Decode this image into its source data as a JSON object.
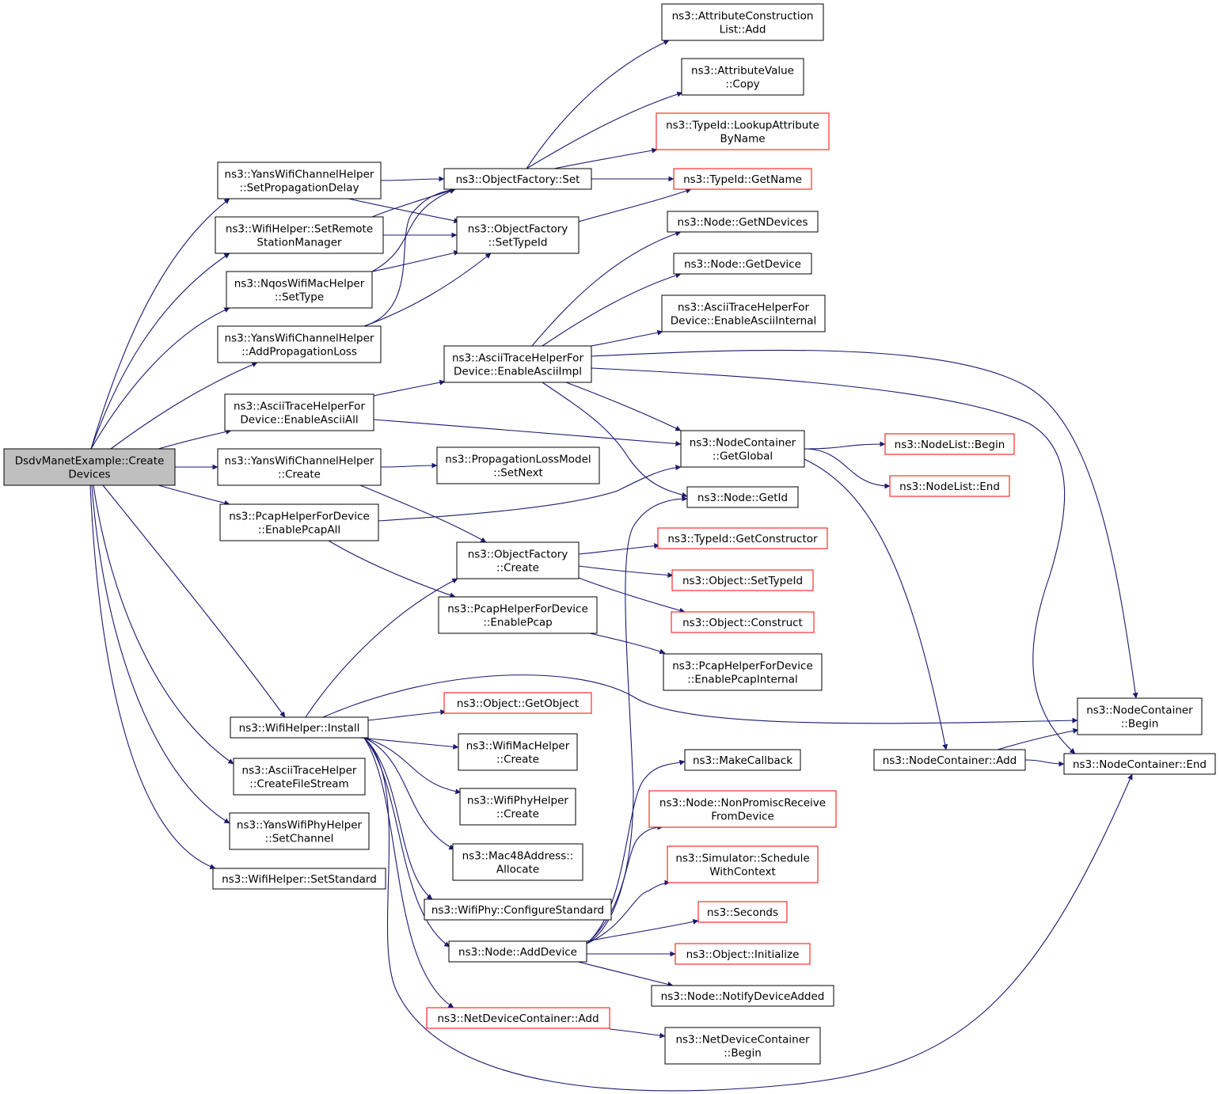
{
  "colors": {
    "edge": "#191970",
    "box_normal": "#000000",
    "box_truncated": "#ff0000",
    "root_fill": "#bfbfbf",
    "text": "#000000"
  },
  "nodes": [
    {
      "id": "root",
      "lines": [
        "DsdvManetExample::Create",
        "Devices"
      ],
      "kind": "root"
    },
    {
      "id": "yans_setprop",
      "lines": [
        "ns3::YansWifiChannelHelper",
        "::SetPropagationDelay"
      ],
      "kind": "normal"
    },
    {
      "id": "wifi_setremote",
      "lines": [
        "ns3::WifiHelper::SetRemote",
        "StationManager"
      ],
      "kind": "normal"
    },
    {
      "id": "nqos_settype",
      "lines": [
        "ns3::NqosWifiMacHelper",
        "::SetType"
      ],
      "kind": "normal"
    },
    {
      "id": "yans_addprop",
      "lines": [
        "ns3::YansWifiChannelHelper",
        "::AddPropagationLoss"
      ],
      "kind": "normal"
    },
    {
      "id": "ascii_enableall",
      "lines": [
        "ns3::AsciiTraceHelperFor",
        "Device::EnableAsciiAll"
      ],
      "kind": "normal"
    },
    {
      "id": "yans_create",
      "lines": [
        "ns3::YansWifiChannelHelper",
        "::Create"
      ],
      "kind": "normal"
    },
    {
      "id": "pcap_enableall",
      "lines": [
        "ns3::PcapHelperForDevice",
        "::EnablePcapAll"
      ],
      "kind": "normal"
    },
    {
      "id": "wifi_install",
      "lines": [
        "ns3::WifiHelper::Install"
      ],
      "kind": "normal"
    },
    {
      "id": "ascii_createfile",
      "lines": [
        "ns3::AsciiTraceHelper",
        "::CreateFileStream"
      ],
      "kind": "normal"
    },
    {
      "id": "yansphy_setchannel",
      "lines": [
        "ns3::YansWifiPhyHelper",
        "::SetChannel"
      ],
      "kind": "normal"
    },
    {
      "id": "wifi_setstandard",
      "lines": [
        "ns3::WifiHelper::SetStandard"
      ],
      "kind": "normal"
    },
    {
      "id": "of_set",
      "lines": [
        "ns3::ObjectFactory::Set"
      ],
      "kind": "normal"
    },
    {
      "id": "of_settypeid",
      "lines": [
        "ns3::ObjectFactory",
        "::SetTypeId"
      ],
      "kind": "normal"
    },
    {
      "id": "ascii_enableimpl",
      "lines": [
        "ns3::AsciiTraceHelperFor",
        "Device::EnableAsciiImpl"
      ],
      "kind": "normal"
    },
    {
      "id": "plm_setnext",
      "lines": [
        "ns3::PropagationLossModel",
        "::SetNext"
      ],
      "kind": "normal"
    },
    {
      "id": "of_create",
      "lines": [
        "ns3::ObjectFactory",
        "::Create"
      ],
      "kind": "normal"
    },
    {
      "id": "pcap_enablepcap",
      "lines": [
        "ns3::PcapHelperForDevice",
        "::EnablePcap"
      ],
      "kind": "normal"
    },
    {
      "id": "obj_getobject",
      "lines": [
        "ns3::Object::GetObject"
      ],
      "kind": "truncated"
    },
    {
      "id": "mac_create",
      "lines": [
        "ns3::WifiMacHelper",
        "::Create"
      ],
      "kind": "normal"
    },
    {
      "id": "phy_create",
      "lines": [
        "ns3::WifiPhyHelper",
        "::Create"
      ],
      "kind": "normal"
    },
    {
      "id": "mac48_alloc",
      "lines": [
        "ns3::Mac48Address::",
        "Allocate"
      ],
      "kind": "normal"
    },
    {
      "id": "wifiphy_config",
      "lines": [
        "ns3::WifiPhy::ConfigureStandard"
      ],
      "kind": "normal"
    },
    {
      "id": "node_adddevice",
      "lines": [
        "ns3::Node::AddDevice"
      ],
      "kind": "normal"
    },
    {
      "id": "ndc_add",
      "lines": [
        "ns3::NetDeviceContainer::Add"
      ],
      "kind": "truncated"
    },
    {
      "id": "acl_add",
      "lines": [
        "ns3::AttributeConstruction",
        "List::Add"
      ],
      "kind": "normal"
    },
    {
      "id": "av_copy",
      "lines": [
        "ns3::AttributeValue",
        "::Copy"
      ],
      "kind": "normal"
    },
    {
      "id": "tid_lookup",
      "lines": [
        "ns3::TypeId::LookupAttribute",
        "ByName"
      ],
      "kind": "truncated"
    },
    {
      "id": "tid_getname",
      "lines": [
        "ns3::TypeId::GetName"
      ],
      "kind": "truncated"
    },
    {
      "id": "node_getndevices",
      "lines": [
        "ns3::Node::GetNDevices"
      ],
      "kind": "normal"
    },
    {
      "id": "node_getdevice",
      "lines": [
        "ns3::Node::GetDevice"
      ],
      "kind": "normal"
    },
    {
      "id": "ascii_enableinternal",
      "lines": [
        "ns3::AsciiTraceHelperFor",
        "Device::EnableAsciiInternal"
      ],
      "kind": "normal"
    },
    {
      "id": "nc_getglobal",
      "lines": [
        "ns3::NodeContainer",
        "::GetGlobal"
      ],
      "kind": "normal"
    },
    {
      "id": "node_getid",
      "lines": [
        "ns3::Node::GetId"
      ],
      "kind": "normal"
    },
    {
      "id": "tid_getctor",
      "lines": [
        "ns3::TypeId::GetConstructor"
      ],
      "kind": "truncated"
    },
    {
      "id": "obj_settypeid",
      "lines": [
        "ns3::Object::SetTypeId"
      ],
      "kind": "truncated"
    },
    {
      "id": "obj_construct",
      "lines": [
        "ns3::Object::Construct"
      ],
      "kind": "truncated"
    },
    {
      "id": "pcap_enableinternal",
      "lines": [
        "ns3::PcapHelperForDevice",
        "::EnablePcapInternal"
      ],
      "kind": "normal"
    },
    {
      "id": "makecallback",
      "lines": [
        "ns3::MakeCallback"
      ],
      "kind": "normal"
    },
    {
      "id": "node_nonpromisc",
      "lines": [
        "ns3::Node::NonPromiscReceive",
        "FromDevice"
      ],
      "kind": "truncated"
    },
    {
      "id": "sim_schedule",
      "lines": [
        "ns3::Simulator::Schedule",
        "WithContext"
      ],
      "kind": "truncated"
    },
    {
      "id": "seconds",
      "lines": [
        "ns3::Seconds"
      ],
      "kind": "truncated"
    },
    {
      "id": "obj_initialize",
      "lines": [
        "ns3::Object::Initialize"
      ],
      "kind": "truncated"
    },
    {
      "id": "node_notify",
      "lines": [
        "ns3::Node::NotifyDeviceAdded"
      ],
      "kind": "normal"
    },
    {
      "id": "ndc_begin",
      "lines": [
        "ns3::NetDeviceContainer",
        "::Begin"
      ],
      "kind": "normal"
    },
    {
      "id": "nodelist_begin",
      "lines": [
        "ns3::NodeList::Begin"
      ],
      "kind": "truncated"
    },
    {
      "id": "nodelist_end",
      "lines": [
        "ns3::NodeList::End"
      ],
      "kind": "truncated"
    },
    {
      "id": "nc_add",
      "lines": [
        "ns3::NodeContainer::Add"
      ],
      "kind": "normal"
    },
    {
      "id": "nc_begin",
      "lines": [
        "ns3::NodeContainer",
        "::Begin"
      ],
      "kind": "normal"
    },
    {
      "id": "nc_end",
      "lines": [
        "ns3::NodeContainer::End"
      ],
      "kind": "normal"
    }
  ],
  "edges": [
    [
      "root",
      "yans_setprop"
    ],
    [
      "root",
      "wifi_setremote"
    ],
    [
      "root",
      "nqos_settype"
    ],
    [
      "root",
      "yans_addprop"
    ],
    [
      "root",
      "ascii_enableall"
    ],
    [
      "root",
      "yans_create"
    ],
    [
      "root",
      "pcap_enableall"
    ],
    [
      "root",
      "wifi_install"
    ],
    [
      "root",
      "ascii_createfile"
    ],
    [
      "root",
      "yansphy_setchannel"
    ],
    [
      "root",
      "wifi_setstandard"
    ],
    [
      "yans_setprop",
      "of_set"
    ],
    [
      "yans_setprop",
      "of_settypeid"
    ],
    [
      "wifi_setremote",
      "of_set"
    ],
    [
      "wifi_setremote",
      "of_settypeid"
    ],
    [
      "nqos_settype",
      "of_set"
    ],
    [
      "nqos_settype",
      "of_settypeid"
    ],
    [
      "yans_addprop",
      "of_set"
    ],
    [
      "yans_addprop",
      "of_settypeid"
    ],
    [
      "of_set",
      "acl_add"
    ],
    [
      "of_set",
      "av_copy"
    ],
    [
      "of_set",
      "tid_lookup"
    ],
    [
      "of_set",
      "tid_getname"
    ],
    [
      "of_settypeid",
      "tid_getname"
    ],
    [
      "ascii_enableall",
      "ascii_enableimpl"
    ],
    [
      "ascii_enableall",
      "nc_getglobal"
    ],
    [
      "ascii_enableimpl",
      "node_getndevices"
    ],
    [
      "ascii_enableimpl",
      "node_getdevice"
    ],
    [
      "ascii_enableimpl",
      "ascii_enableinternal"
    ],
    [
      "ascii_enableimpl",
      "nc_getglobal"
    ],
    [
      "ascii_enableimpl",
      "node_getid"
    ],
    [
      "ascii_enableimpl",
      "nc_begin"
    ],
    [
      "ascii_enableimpl",
      "nc_end"
    ],
    [
      "yans_create",
      "plm_setnext"
    ],
    [
      "yans_create",
      "of_create"
    ],
    [
      "pcap_enableall",
      "nc_getglobal"
    ],
    [
      "pcap_enableall",
      "pcap_enablepcap"
    ],
    [
      "pcap_enablepcap",
      "pcap_enableinternal"
    ],
    [
      "of_create",
      "tid_getctor"
    ],
    [
      "of_create",
      "obj_settypeid"
    ],
    [
      "of_create",
      "obj_construct"
    ],
    [
      "wifi_install",
      "of_create"
    ],
    [
      "wifi_install",
      "obj_getobject"
    ],
    [
      "wifi_install",
      "mac_create"
    ],
    [
      "wifi_install",
      "phy_create"
    ],
    [
      "wifi_install",
      "mac48_alloc"
    ],
    [
      "wifi_install",
      "wifiphy_config"
    ],
    [
      "wifi_install",
      "node_adddevice"
    ],
    [
      "wifi_install",
      "ndc_add"
    ],
    [
      "wifi_install",
      "nc_begin"
    ],
    [
      "wifi_install",
      "nc_end"
    ],
    [
      "node_adddevice",
      "node_getid"
    ],
    [
      "node_adddevice",
      "makecallback"
    ],
    [
      "node_adddevice",
      "node_nonpromisc"
    ],
    [
      "node_adddevice",
      "sim_schedule"
    ],
    [
      "node_adddevice",
      "seconds"
    ],
    [
      "node_adddevice",
      "obj_initialize"
    ],
    [
      "node_adddevice",
      "node_notify"
    ],
    [
      "ndc_add",
      "ndc_begin"
    ],
    [
      "nc_getglobal",
      "nodelist_begin"
    ],
    [
      "nc_getglobal",
      "nodelist_end"
    ],
    [
      "nc_getglobal",
      "nc_add"
    ],
    [
      "nc_add",
      "nc_begin"
    ],
    [
      "nc_add",
      "nc_end"
    ]
  ]
}
